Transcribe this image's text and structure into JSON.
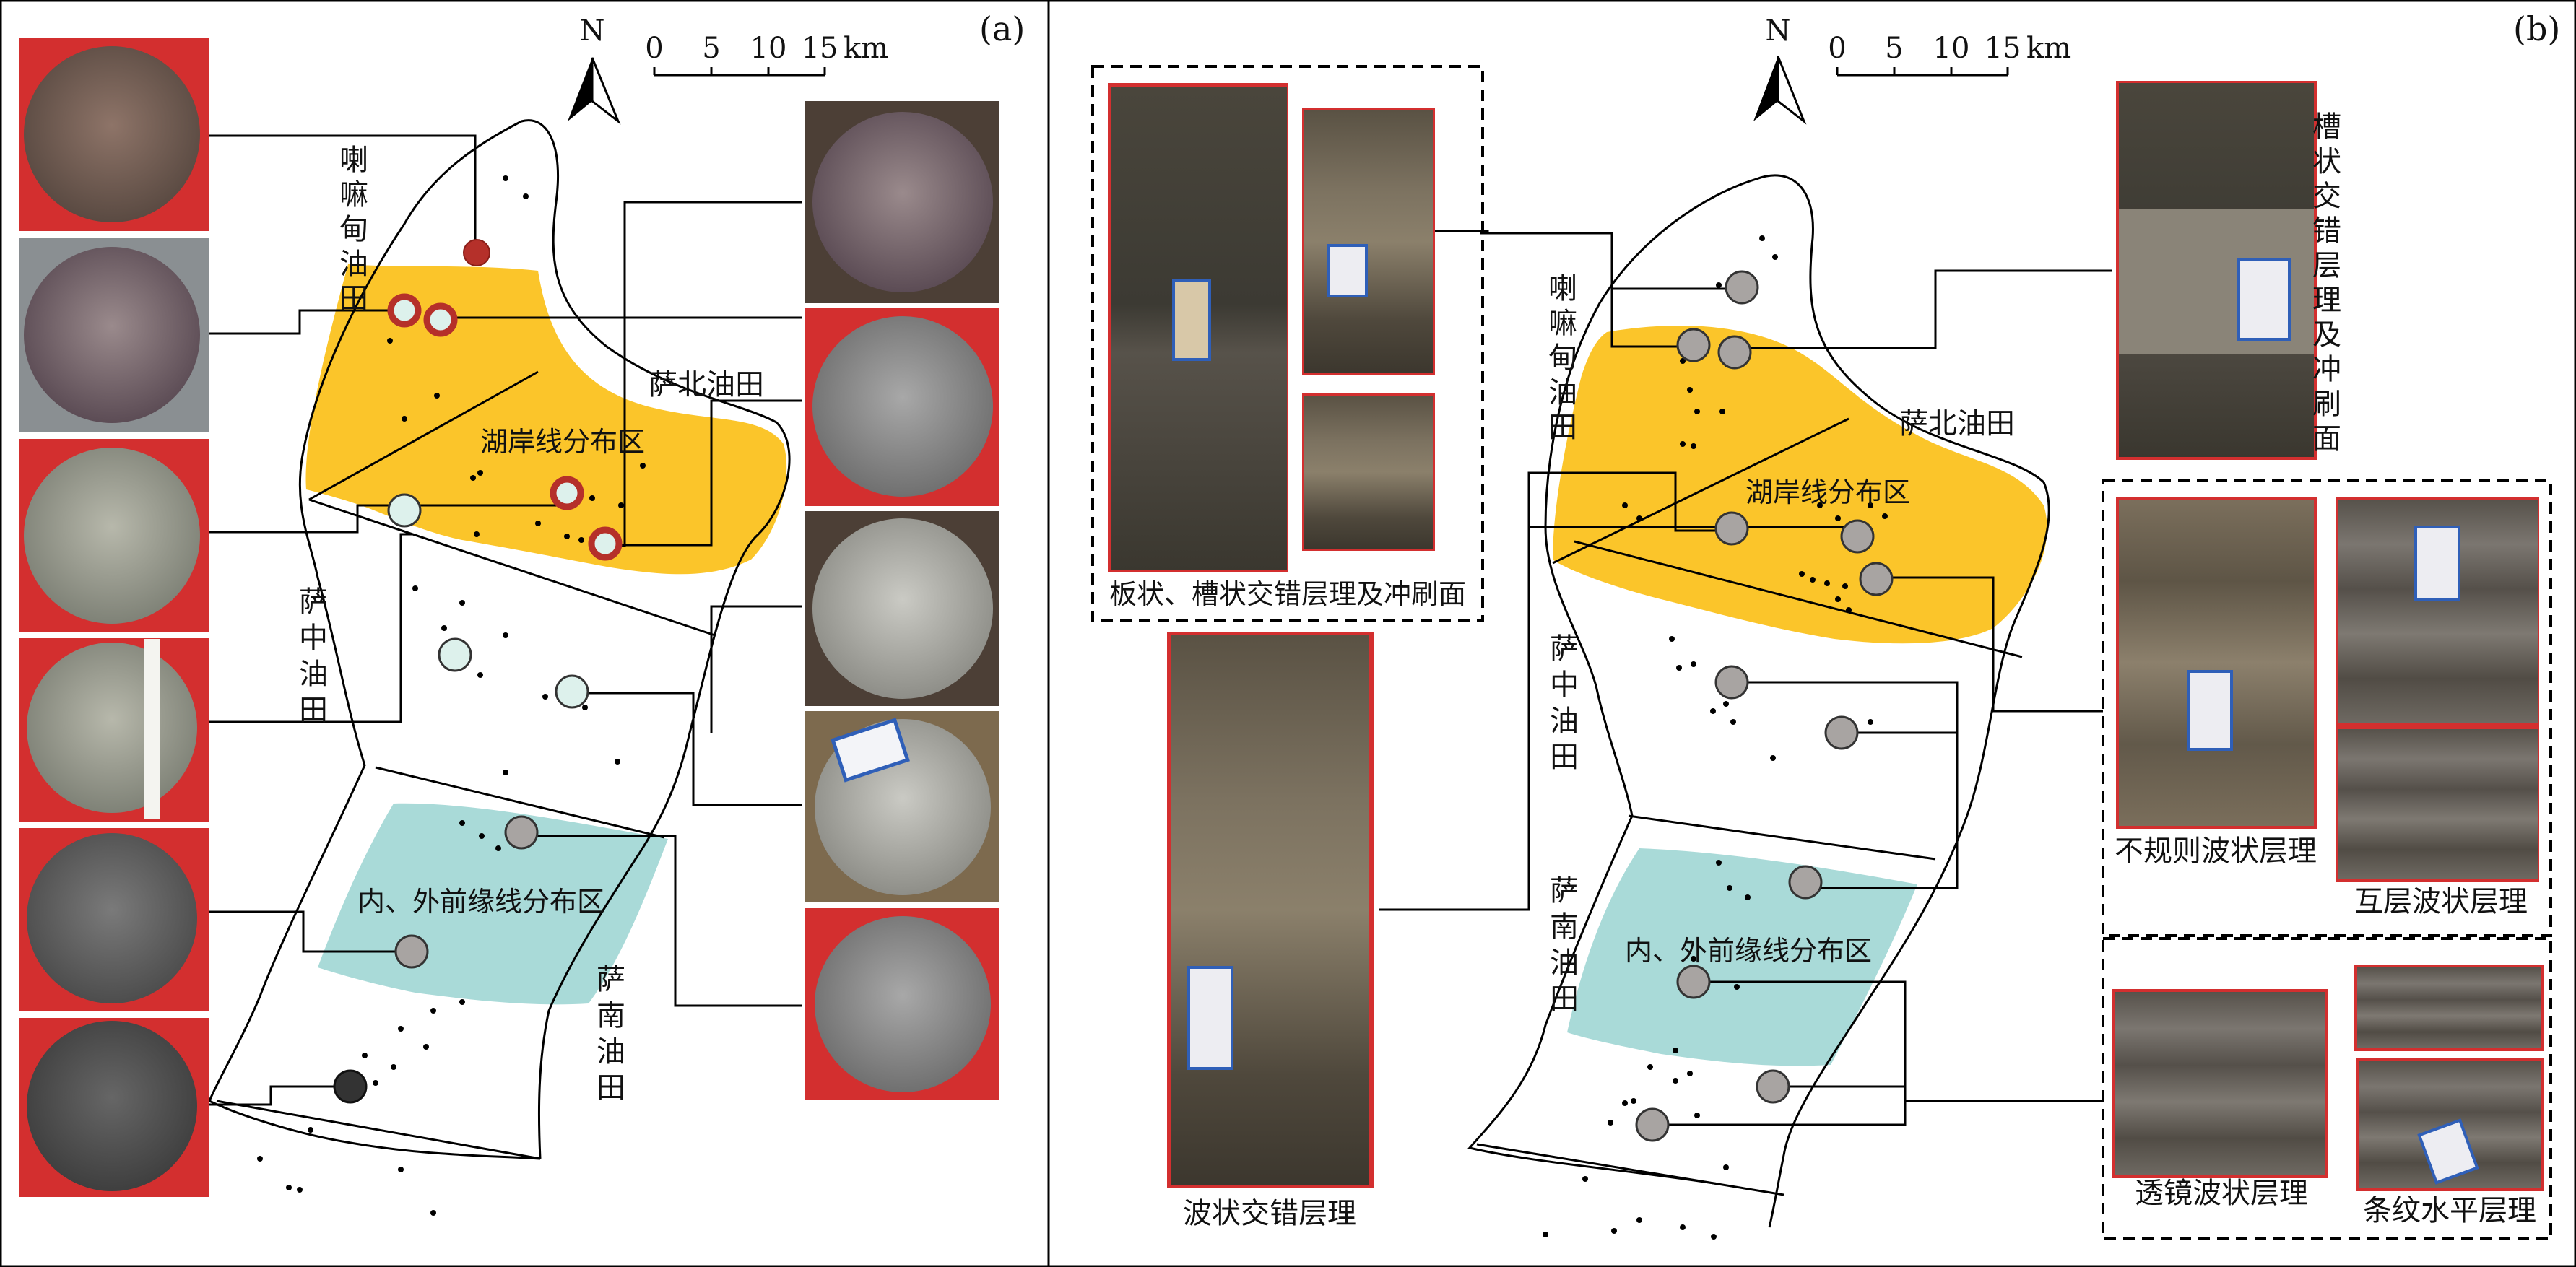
{
  "panel_a": {
    "tag": "(a)",
    "north": "N",
    "scale": {
      "t0": "0",
      "t1": "5",
      "t2": "10",
      "t3": "15",
      "unit": "km"
    },
    "field_labamiao": "喇嘛甸油田",
    "field_sabei": "萨北油田",
    "field_sazhong": "萨中油田",
    "field_sanan": "萨南油田",
    "zone_lakeshore": "湖岸线分布区",
    "zone_front": "内、外前缘线分布区"
  },
  "panel_b": {
    "tag": "(b)",
    "north": "N",
    "scale": {
      "t0": "0",
      "t1": "5",
      "t2": "10",
      "t3": "15",
      "unit": "km"
    },
    "field_labamiao": "喇嘛甸油田",
    "field_sabei": "萨北油田",
    "field_sazhong": "萨中油田",
    "field_sanan": "萨南油田",
    "zone_lakeshore": "湖岸线分布区",
    "zone_front": "内、外前缘线分布区",
    "cap_plate_trough": "板状、槽状交错层理及冲刷面",
    "cap_wavy_cross": "波状交错层理",
    "cap_trough_scour": "槽状交错层理及冲刷面",
    "cap_irregular_wavy": "不规则波状层理",
    "cap_interbed_wavy": "互层波状层理",
    "cap_lens_wavy": "透镜波状层理",
    "cap_stripe_horizontal": "条纹水平层理"
  },
  "colors": {
    "lakeshore_zone": "#FBC52A",
    "front_zone": "#A9DAD8",
    "red_marker": "#B5302A",
    "mint_marker": "#DDF1EC",
    "gray_marker": "#A8A4A2",
    "dark_marker": "#333333",
    "photo_bg": "#D32F2F"
  }
}
